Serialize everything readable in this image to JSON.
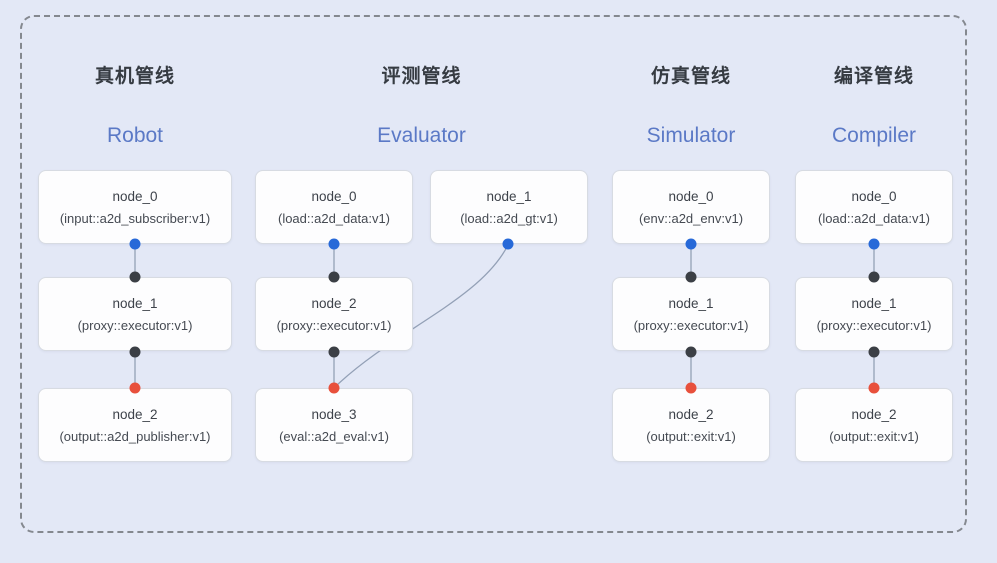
{
  "colors": {
    "port_source": "#2769d8",
    "port_proxy": "#3b3f45",
    "port_sink": "#e8503c",
    "heading_zh": "#363b42",
    "heading_en": "#5b79c6",
    "background": "#e3e8f6"
  },
  "diagram": {
    "pipelines": [
      {
        "title_zh": "真机管线",
        "title_en": "Robot",
        "nodes": [
          {
            "name": "node_0",
            "type": "(input::a2d_subscriber:v1)"
          },
          {
            "name": "node_1",
            "type": "(proxy::executor:v1)"
          },
          {
            "name": "node_2",
            "type": "(output::a2d_publisher:v1)"
          }
        ]
      },
      {
        "title_zh": "评测管线",
        "title_en": "Evaluator",
        "nodes": [
          {
            "name": "node_0",
            "type": "(load::a2d_data:v1)"
          },
          {
            "name": "node_1",
            "type": "(load::a2d_gt:v1)"
          },
          {
            "name": "node_2",
            "type": "(proxy::executor:v1)"
          },
          {
            "name": "node_3",
            "type": "(eval::a2d_eval:v1)"
          }
        ]
      },
      {
        "title_zh": "仿真管线",
        "title_en": "Simulator",
        "nodes": [
          {
            "name": "node_0",
            "type": "(env::a2d_env:v1)"
          },
          {
            "name": "node_1",
            "type": "(proxy::executor:v1)"
          },
          {
            "name": "node_2",
            "type": "(output::exit:v1)"
          }
        ]
      },
      {
        "title_zh": "编译管线",
        "title_en": "Compiler",
        "nodes": [
          {
            "name": "node_0",
            "type": "(load::a2d_data:v1)"
          },
          {
            "name": "node_1",
            "type": "(proxy::executor:v1)"
          },
          {
            "name": "node_2",
            "type": "(output::exit:v1)"
          }
        ]
      }
    ]
  }
}
